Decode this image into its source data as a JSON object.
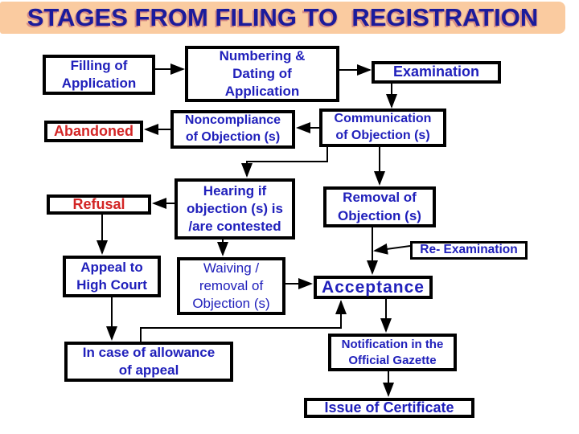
{
  "title": {
    "text": "STAGES FROM FILING TO  REGISTRATION"
  },
  "colors": {
    "banner_background": "#FACBA0",
    "title_text": "#1B1B9B",
    "node_text_blue": "#2020BB",
    "node_text_red": "#D32525",
    "node_border": "#000000",
    "arrow": "#000000",
    "page_background": "#FFFFFF"
  },
  "nodes": {
    "filling": {
      "label": "Filling of\nApplication"
    },
    "numbering": {
      "label": "Numbering &\nDating of\nApplication"
    },
    "examination": {
      "label": "Examination"
    },
    "abandoned": {
      "label": "Abandoned"
    },
    "noncompliance": {
      "label": "Noncompliance\nof Objection (s)"
    },
    "communication": {
      "label": "Communication\nof Objection (s)"
    },
    "refusal": {
      "label": "Refusal"
    },
    "hearing": {
      "label": "Hearing if\nobjection (s) is\n/are contested"
    },
    "removal": {
      "label": "Removal of\nObjection (s)"
    },
    "reexamination": {
      "label": "Re- Examination"
    },
    "appeal": {
      "label": "Appeal to\nHigh Court"
    },
    "waiving": {
      "label": "Waiving /\nremoval of\nObjection (s)"
    },
    "acceptance": {
      "label": "Acceptance"
    },
    "allowance": {
      "label": "In case of allowance\nof appeal"
    },
    "notification": {
      "label": "Notification in the\nOfficial Gazette"
    },
    "certificate": {
      "label": "Issue of Certificate"
    }
  },
  "edges": [
    {
      "from": "filling",
      "to": "numbering"
    },
    {
      "from": "numbering",
      "to": "examination"
    },
    {
      "from": "examination",
      "to": "communication"
    },
    {
      "from": "communication",
      "to": "noncompliance"
    },
    {
      "from": "noncompliance",
      "to": "abandoned"
    },
    {
      "from": "communication",
      "to": "hearing"
    },
    {
      "from": "communication",
      "to": "removal"
    },
    {
      "from": "hearing",
      "to": "refusal"
    },
    {
      "from": "hearing",
      "to": "waiving"
    },
    {
      "from": "removal",
      "to": "acceptance"
    },
    {
      "from": "reexamination",
      "to": "acceptance"
    },
    {
      "from": "refusal",
      "to": "appeal"
    },
    {
      "from": "waiving",
      "to": "acceptance"
    },
    {
      "from": "appeal",
      "to": "allowance"
    },
    {
      "from": "allowance",
      "to": "acceptance"
    },
    {
      "from": "acceptance",
      "to": "notification"
    },
    {
      "from": "notification",
      "to": "certificate"
    }
  ]
}
